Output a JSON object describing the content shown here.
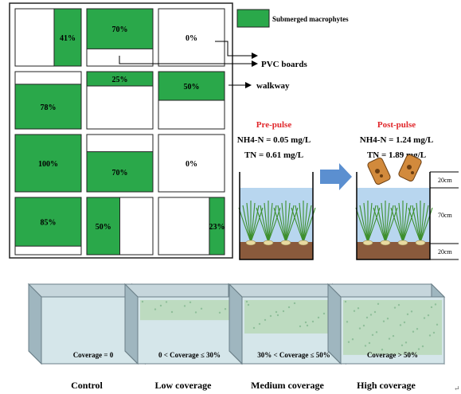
{
  "colors": {
    "macrophyte_green": "#2aa84a",
    "pulse_red": "#e0262a",
    "arrow_blue": "#5b8fd0",
    "water_blue": "#b8d6ef",
    "sediment_brown": "#8a5a3c"
  },
  "legend": {
    "label": "Submerged macrophytes"
  },
  "plots": [
    {
      "coverage": "41%",
      "side": "right",
      "fraction": 0.41
    },
    {
      "coverage": "70%",
      "side": "top",
      "fraction": 0.7
    },
    {
      "coverage": "0%",
      "side": "none",
      "fraction": 0
    },
    {
      "coverage": "78%",
      "side": "bottom",
      "fraction": 0.78
    },
    {
      "coverage": "25%",
      "side": "top",
      "fraction": 0.25
    },
    {
      "coverage": "50%",
      "side": "top",
      "fraction": 0.5
    },
    {
      "coverage": "100%",
      "side": "full",
      "fraction": 1.0
    },
    {
      "coverage": "70%",
      "side": "bottom",
      "fraction": 0.7
    },
    {
      "coverage": "0%",
      "side": "none",
      "fraction": 0
    },
    {
      "coverage": "85%",
      "side": "top",
      "fraction": 0.85
    },
    {
      "coverage": "50%",
      "side": "left",
      "fraction": 0.5
    },
    {
      "coverage": "23%",
      "side": "right",
      "fraction": 0.23
    }
  ],
  "annotations": {
    "pvc_boards": "PVC boards",
    "walkway": "walkway"
  },
  "pre_pulse": {
    "title": "Pre-pulse",
    "nh4": "NH4-N = 0.05 mg/L",
    "tn": "TN = 0.61 mg/L"
  },
  "post_pulse": {
    "title": "Post-pulse",
    "nh4": "NH4-N = 1.24 mg/L",
    "tn": "TN = 1.89 mg/L"
  },
  "depths": [
    "20cm",
    "70cm",
    "20cm"
  ],
  "tanks": [
    {
      "coverage_text": "Coverage = 0",
      "caption": "Control",
      "level": 0
    },
    {
      "coverage_text": "0 < Coverage ≤ 30%",
      "caption": "Low coverage",
      "level": 0.3
    },
    {
      "coverage_text": "30% < Coverage ≤ 50%",
      "caption": "Medium coverage",
      "level": 0.5
    },
    {
      "coverage_text": "Coverage > 50%",
      "caption": "High coverage",
      "level": 1.0
    }
  ]
}
